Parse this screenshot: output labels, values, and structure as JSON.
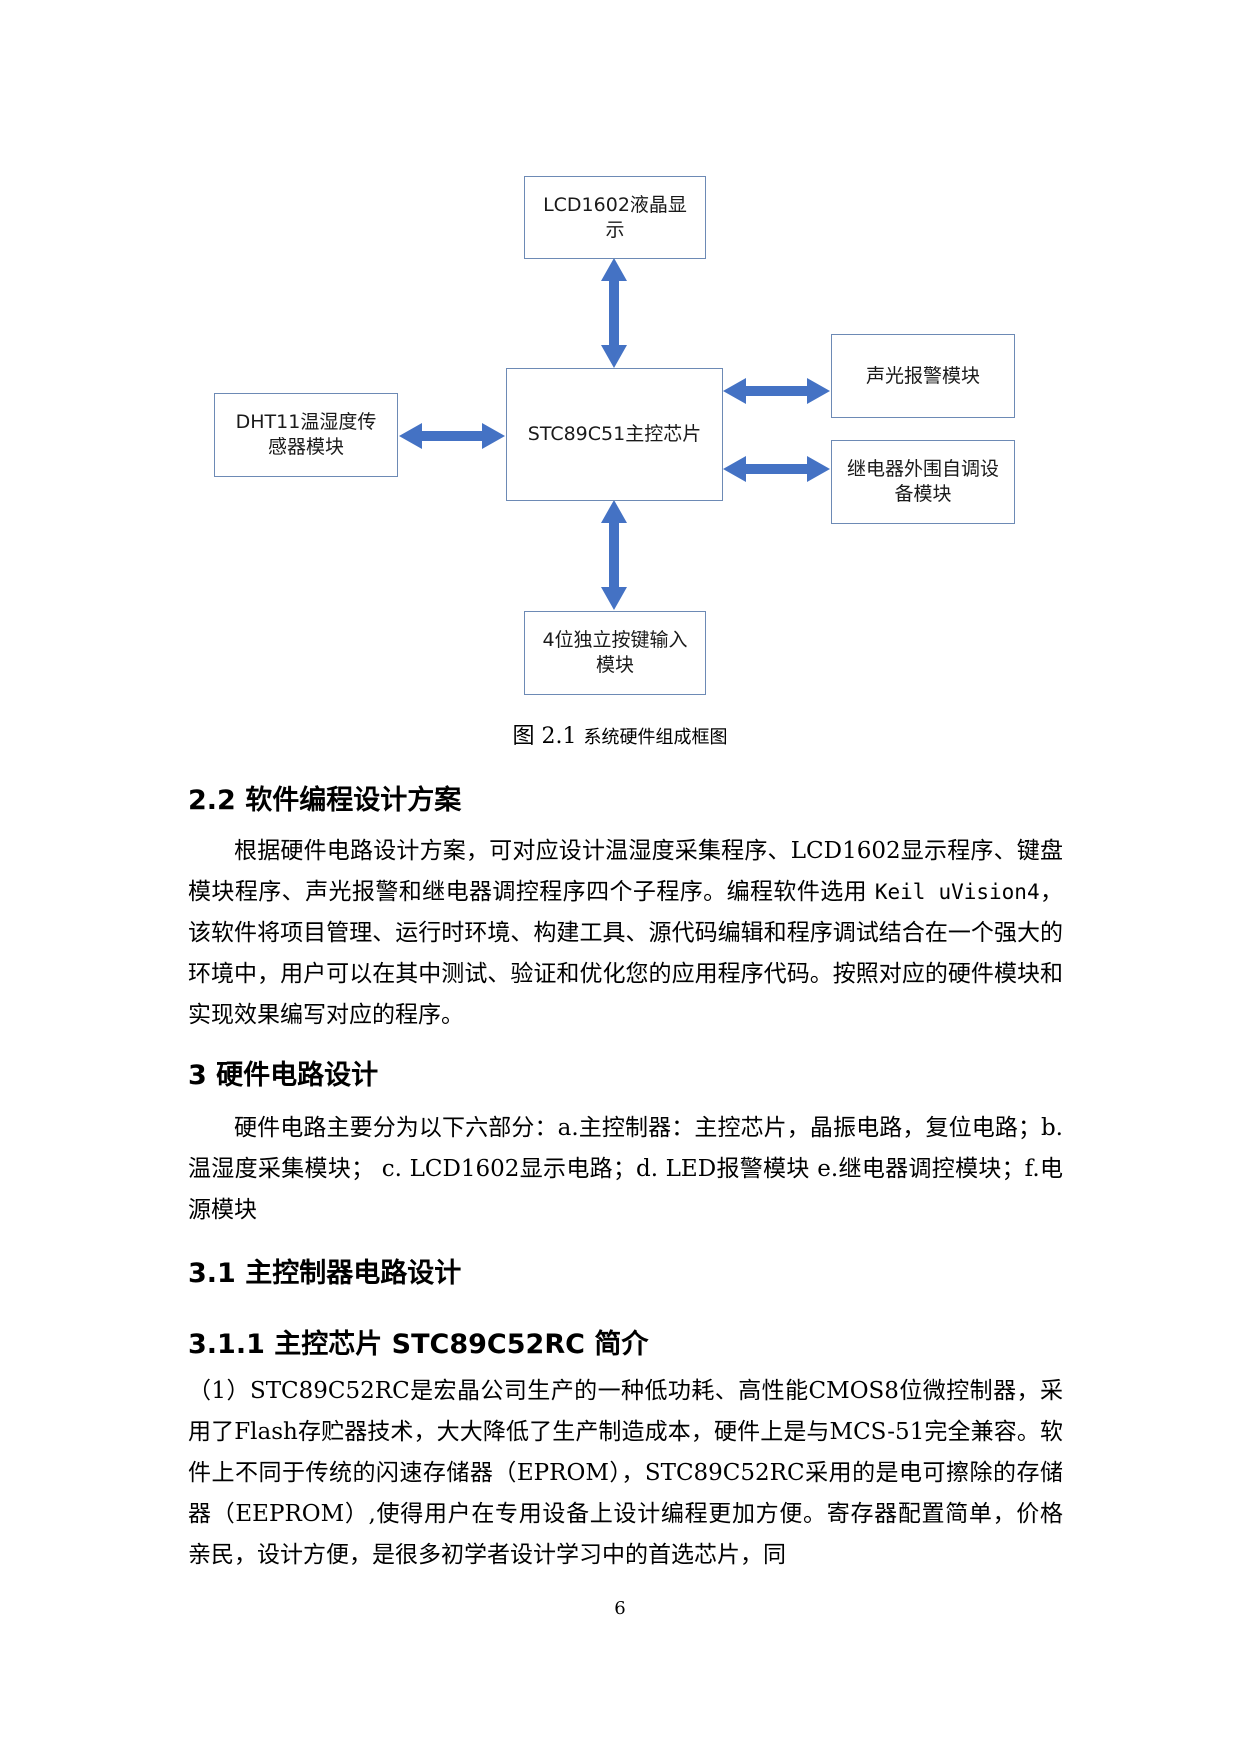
{
  "diagram": {
    "boxes": {
      "lcd": "LCD1602液晶显示",
      "mcu": "STC89C51主控芯片",
      "dht": "DHT11温湿度传感器模块",
      "alarm": "声光报警模块",
      "relay": "继电器外围自调设备模块",
      "keys": "4位独立按键输入模块"
    },
    "arrow_color": "#4472c4",
    "box_border_color": "#6d8ab5"
  },
  "caption": {
    "label": "图 2.1",
    "text": "系统硬件组成框图"
  },
  "section_2_2": {
    "heading": "2.2 软件编程设计方案",
    "para_a": "根据硬件电路设计方案，可对应设计温湿度采集程序、LCD1602显示程序、键盘模块程序、声光报警和继电器调控程序四个子程序。编程软件选用",
    "para_mono": "Keil uVision4",
    "para_b": "，该软件将项目管理、运行时环境、构建工具、源代码编辑和程序调试结合在一个强大的环境中，用户可以在其中测试、验证和优化您的应用程序代码。按照对应的硬件模块和实现效果编写对应的程序。"
  },
  "section_3": {
    "heading": "3 硬件电路设计",
    "para": "硬件电路主要分为以下六部分：a.主控制器：主控芯片，晶振电路，复位电路；b.温湿度采集模块； c. LCD1602显示电路；d. LED报警模块 e.继电器调控模块；f.电源模块"
  },
  "section_3_1": {
    "heading": "3.1 主控制器电路设计"
  },
  "section_3_1_1": {
    "heading": "3.1.1 主控芯片 STC89C52RC 简介",
    "para": "（1）STC89C52RC是宏晶公司生产的一种低功耗、高性能CMOS8位微控制器，采用了Flash存贮器技术，大大降低了生产制造成本，硬件上是与MCS-51完全兼容。软件上不同于传统的闪速存储器（EPROM），STC89C52RC采用的是电可擦除的存储器（EEPROM）,使得用户在专用设备上设计编程更加方便。寄存器配置简单，价格亲民，设计方便，是很多初学者设计学习中的首选芯片，同"
  },
  "page_number": "6"
}
